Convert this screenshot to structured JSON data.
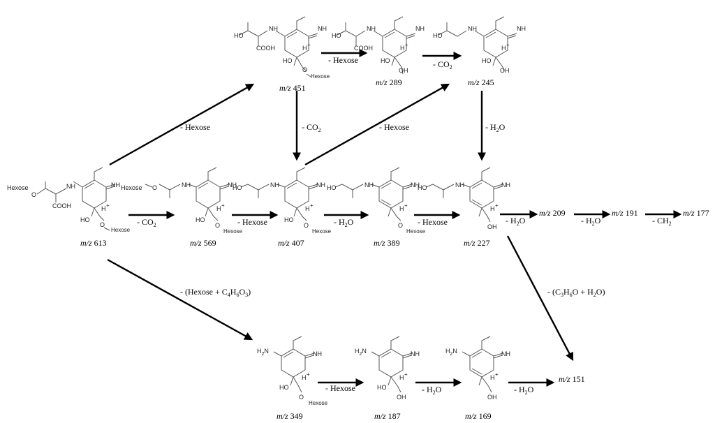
{
  "mz_prefix": "m/z",
  "molecules": {
    "m613": {
      "mz": "613"
    },
    "m451": {
      "mz": "451"
    },
    "m289": {
      "mz": "289"
    },
    "m245": {
      "mz": "245"
    },
    "m569": {
      "mz": "569"
    },
    "m407": {
      "mz": "407"
    },
    "m389": {
      "mz": "389"
    },
    "m227": {
      "mz": "227"
    },
    "m349": {
      "mz": "349"
    },
    "m187": {
      "mz": "187"
    },
    "m169": {
      "mz": "169"
    }
  },
  "ions": {
    "i209": "209",
    "i191": "191",
    "i177": "177",
    "i151": "151"
  },
  "atom_labels": {
    "nh": "NH",
    "hexose": "Hexose",
    "o": "O",
    "cooh": "COOH",
    "ho": "HO",
    "oh": "OH",
    "h_plus": "H",
    "plus": "+",
    "h2n": "H",
    "h2n_sub": "2",
    "h2n_n": "N"
  },
  "transitions": {
    "minus_hexose": "- Hexose",
    "minus_co2_a": "- CO",
    "sub_2": "2",
    "co2_b": "- CO",
    "h2o_a": "- H",
    "h2o_b": "O",
    "ch_a": "- CH",
    "c3_label_a": "- (C",
    "c3_h": "H",
    "c3_6": "6",
    "c3_3": "3",
    "c3_o": "O + H",
    "c3_end": "O)",
    "hc_label_a": "- (Hexose + C",
    "hc_4": "4",
    "hc_6": "6",
    "hc_3": "3",
    "hc_o": "O",
    "hc_end": ")"
  }
}
